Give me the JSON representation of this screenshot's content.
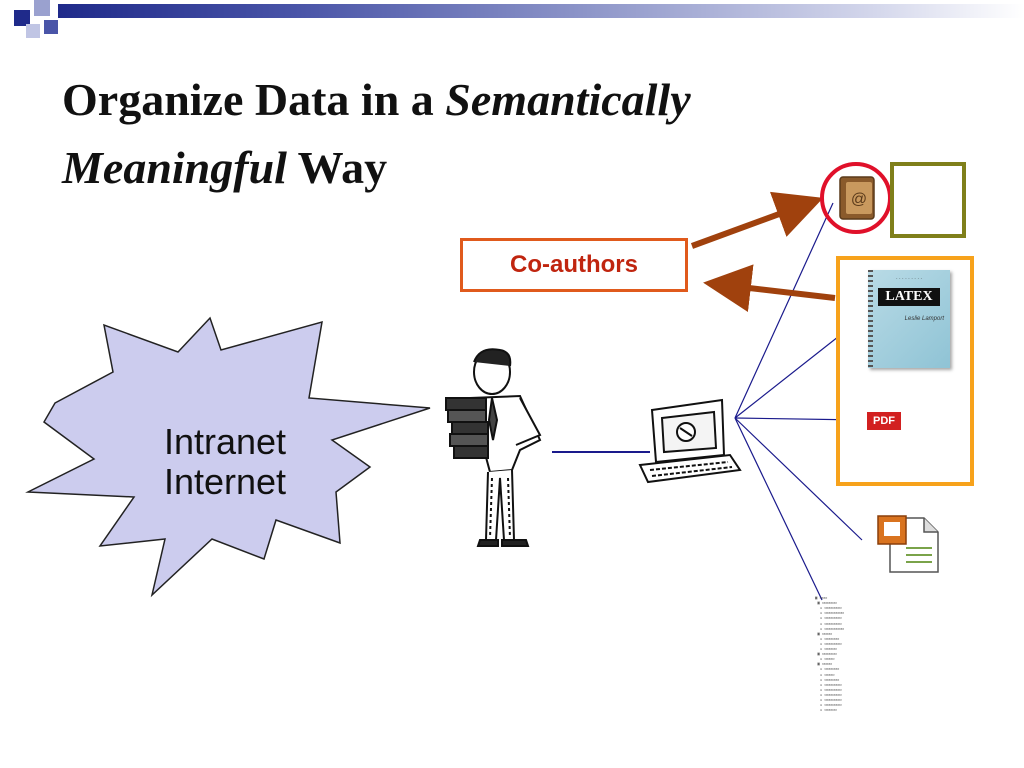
{
  "slide": {
    "title_part1": "Organize Data in a ",
    "title_italic1": "Semantically",
    "title_italic2": "Meaningful",
    "title_part2": " Way"
  },
  "labels": {
    "coauthors": "Co-authors",
    "network_line1": "Intranet",
    "network_line2": "Internet"
  },
  "icons": {
    "pdf_badge": "PDF",
    "latex_logo": "LATEX",
    "latex_author": "Leslie Lamport"
  },
  "colors": {
    "accent_orange": "#f7a21b",
    "callout_border": "#e05a1c",
    "callout_text": "#c0250f",
    "arrow_brown": "#a0410d",
    "highlight_red": "#e0102a",
    "starburst_fill": "#ccccee",
    "network_line": "#1a1a8c"
  }
}
